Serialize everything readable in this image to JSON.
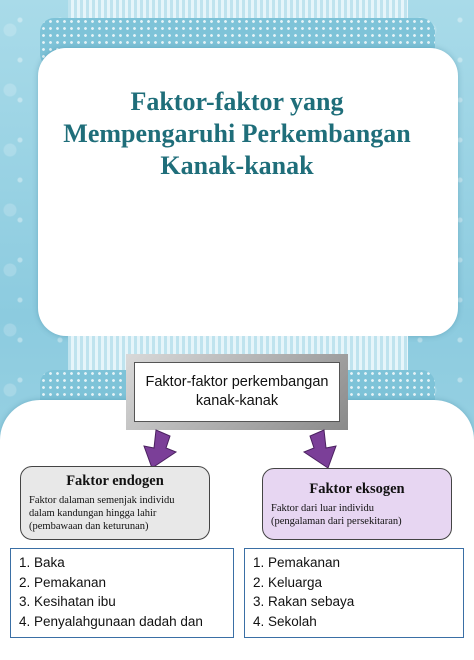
{
  "title_lines": [
    "Faktor-faktor yang",
    "Mempengaruhi Perkembangan",
    "Kanak-kanak"
  ],
  "center_box": "Faktor-faktor perkembangan kanak-kanak",
  "endogen": {
    "heading": "Faktor endogen",
    "desc_1": "Faktor dalaman semenjak individu",
    "desc_2": "dalam kandungan hingga lahir",
    "desc_3": "(pembawaan dan keturunan)",
    "items": [
      "1.  Baka",
      "2.  Pemakanan",
      "3.  Kesihatan ibu",
      "4.  Penyalahgunaan dadah dan"
    ]
  },
  "eksogen": {
    "heading": "Faktor eksogen",
    "desc_1": "Faktor dari luar individu",
    "desc_2": "(pengalaman dari persekitaran)",
    "items": [
      "1.  Pemakanan",
      "2.  Keluarga",
      "3.  Rakan sebaya",
      "4.  Sekolah"
    ]
  },
  "colors": {
    "title": "#1f6e7a",
    "arrow": "#7b3f98",
    "endogen_fill": "#e8e8e8",
    "eksogen_fill": "#e7d6f2"
  }
}
